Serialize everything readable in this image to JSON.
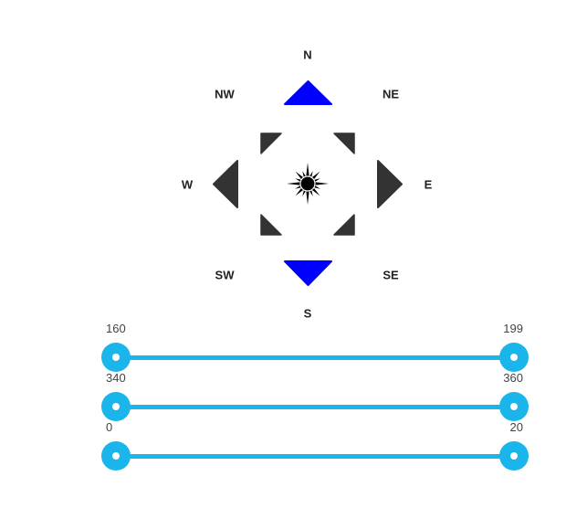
{
  "compass": {
    "labels": {
      "n": "N",
      "ne": "NE",
      "e": "E",
      "se": "SE",
      "s": "S",
      "sw": "SW",
      "w": "W",
      "nw": "NW"
    },
    "colors": {
      "active_arrow": "#0000ff",
      "inactive_arrow": "#333333",
      "center_star": "#000000"
    },
    "active_directions": [
      "n",
      "s"
    ]
  },
  "sliders": [
    {
      "low": "160",
      "high": "199"
    },
    {
      "low": "340",
      "high": "360"
    },
    {
      "low": "0",
      "high": "20"
    }
  ],
  "slider_color": "#1ab5ea"
}
